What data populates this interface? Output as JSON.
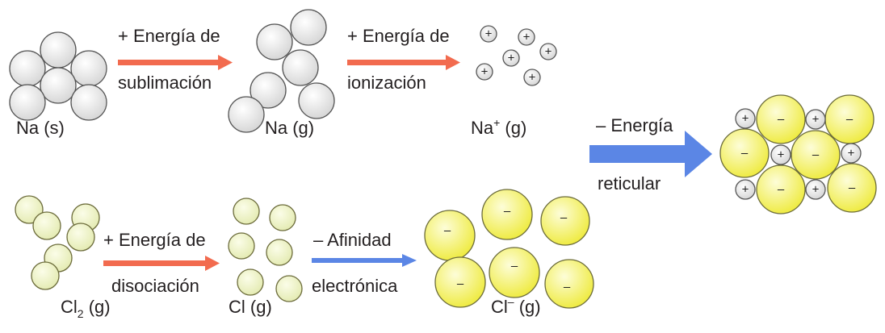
{
  "labels": {
    "na_s": "Na (s)",
    "na_g": "Na (g)",
    "na_ion": "Na",
    "na_ion_sup": "+",
    "na_ion_state": " (g)",
    "cl2": "Cl",
    "cl2_sub": "2",
    "cl2_state": " (g)",
    "cl_g": "Cl (g)",
    "cl_ion": "Cl",
    "cl_ion_sup": "–",
    "cl_ion_state": " (g)"
  },
  "steps": {
    "sublimation": {
      "line1": "+ Energía de",
      "line2": "sublimación"
    },
    "ionization": {
      "line1": "+ Energía de",
      "line2": "ionización"
    },
    "dissociation": {
      "line1": "+ Energía de",
      "line2": "disociación"
    },
    "affinity": {
      "line1": "– Afinidad",
      "line2": "electrónica"
    },
    "lattice": {
      "line1": "– Energía",
      "line2": "reticular"
    }
  },
  "signs": {
    "plus": "+",
    "minus": "–"
  },
  "colors": {
    "endothermic_arrow": "#f26b4f",
    "exothermic_arrow": "#5b86e5",
    "chloride": "#f2f06a",
    "sodium": "#e6e6e6"
  }
}
